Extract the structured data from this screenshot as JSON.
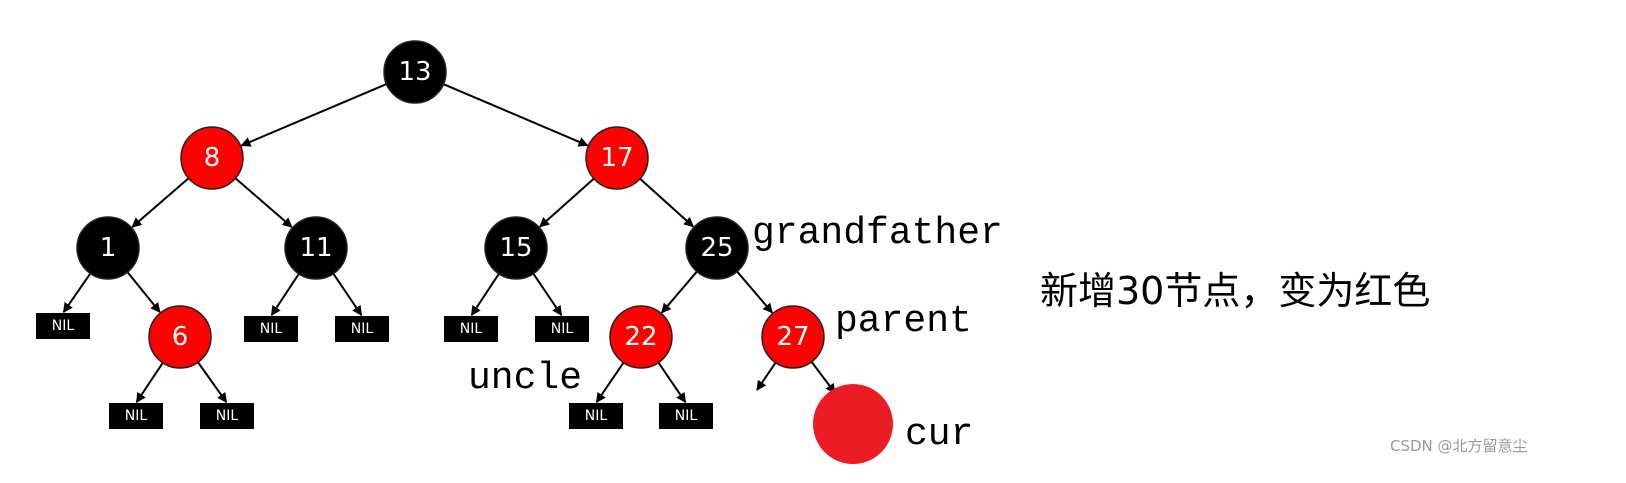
{
  "colors": {
    "red": "#ff0000",
    "black": "#000000",
    "new_node": "#ec1c24"
  },
  "nodes": [
    {
      "id": "n13",
      "label": "13",
      "color": "black"
    },
    {
      "id": "n8",
      "label": "8",
      "color": "red"
    },
    {
      "id": "n17",
      "label": "17",
      "color": "red"
    },
    {
      "id": "n1",
      "label": "1",
      "color": "black"
    },
    {
      "id": "n11",
      "label": "11",
      "color": "black"
    },
    {
      "id": "n15",
      "label": "15",
      "color": "black"
    },
    {
      "id": "n25",
      "label": "25",
      "color": "black"
    },
    {
      "id": "n6",
      "label": "6",
      "color": "red"
    },
    {
      "id": "n22",
      "label": "22",
      "color": "red"
    },
    {
      "id": "n27",
      "label": "27",
      "color": "red"
    }
  ],
  "nil_label": "NIL",
  "annotations": {
    "grandfather": "grandfather",
    "parent": "parent",
    "uncle": "uncle",
    "cur": "cur"
  },
  "note": "新增30节点，变为红色",
  "watermark": "CSDN @北方留意尘"
}
